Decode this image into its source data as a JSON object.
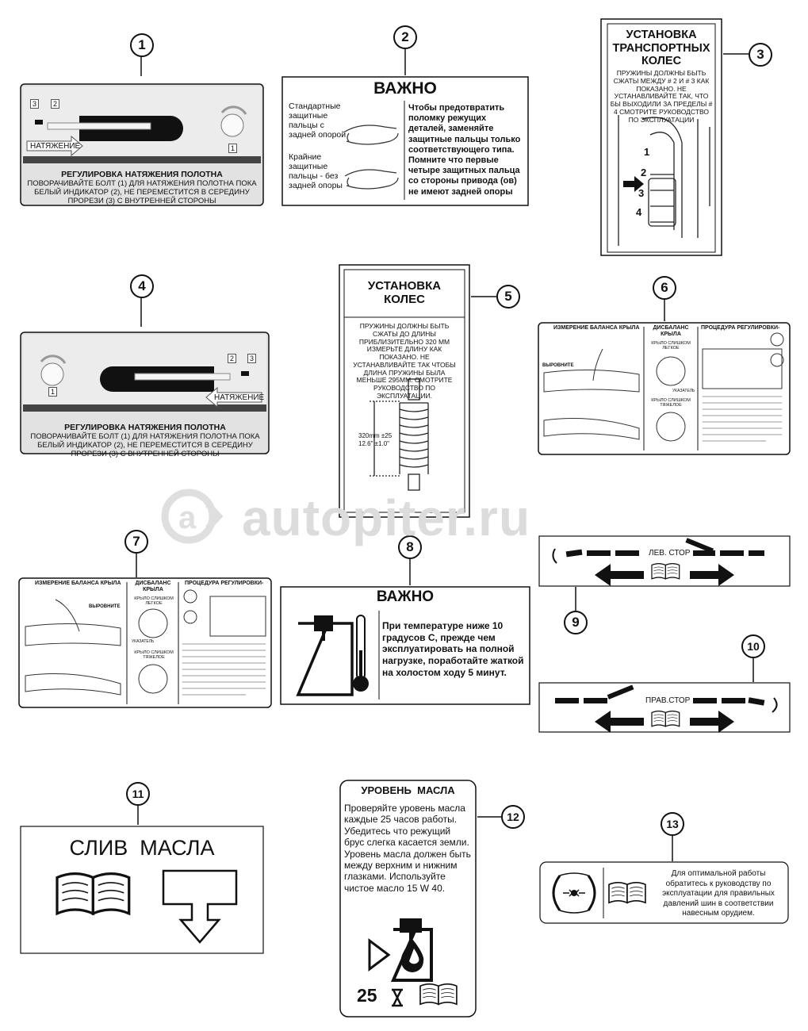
{
  "colors": {
    "stroke": "#111111",
    "label_bg": "#dedede",
    "band": "#444444",
    "watermark": "#dcdcdc"
  },
  "watermark": "autopiter.ru",
  "callouts": [
    "1",
    "2",
    "3",
    "4",
    "5",
    "6",
    "7",
    "8",
    "9",
    "10",
    "11",
    "12",
    "13"
  ],
  "labels": {
    "l1": {
      "title": "РЕГУЛИРОВКА НАТЯЖЕНИЯ ПОЛОТНА",
      "text": "ПОВОРАЧИВАЙТЕ БОЛТ (1) ДЛЯ НАТЯЖЕНИЯ ПОЛОТНА ПОКА БЕЛЫЙ ИНДИКАТОР (2), НЕ ПЕРЕМЕСТИТСЯ В СЕРЕДИНУ ПРОРЕЗИ (3) С ВНУТРЕННЕЙ СТОРОНЫ",
      "arrow": "НАТЯЖЕНИЕ",
      "n1": "1",
      "n2": "2",
      "n3": "3"
    },
    "l2": {
      "title": "ВАЖНО",
      "left1": "Стандартные защитные пальцы с задней опорой",
      "left2": "Крайние защитные пальцы - без задней опоры",
      "right": "Чтобы предотвратить поломку режущих деталей, заменяйте защитные пальцы только соответствующего типа. Помните что первые четыре защитных пальца со стороны привода (ов) не имеют задней опоры"
    },
    "l3": {
      "title": "УСТАНОВКА ТРАНСПОРТНЫХ КОЛЕС",
      "text": "ПРУЖИНЫ ДОЛЖНЫ БЫТЬ СЖАТЫ МЕЖДУ # 2 И # 3 КАК ПОКАЗАНО. НЕ УСТАНАВЛИВАЙТЕ ТАК, ЧТО БЫ ВЫХОДИЛИ ЗА ПРЕДЕЛЫ # 4 СМОТРИТЕ РУКОВОДСТВО ПО ЭКСПЛУАТАЦИИ",
      "m1": "1",
      "m2": "2",
      "m3": "3",
      "m4": "4"
    },
    "l4": {
      "title": "РЕГУЛИРОВКА НАТЯЖЕНИЯ ПОЛОТНА",
      "text": "ПОВОРАЧИВАЙТЕ БОЛТ (1) ДЛЯ НАТЯЖЕНИЯ ПОЛОТНА ПОКА БЕЛЫЙ ИНДИКАТОР (2), НЕ ПЕРЕМЕСТИТСЯ В СЕРЕДИНУ ПРОРЕЗИ (3) С ВНУТРЕННЕЙ СТОРОНЫ",
      "arrow": "НАТЯЖЕНИЕ",
      "n1": "1",
      "n2": "2",
      "n3": "3"
    },
    "l5": {
      "title": "УСТАНОВКА КОЛЕС",
      "text": "ПРУЖИНЫ ДОЛЖНЫ БЫТЬ СЖАТЫ ДО ДЛИНЫ ПРИБЛИЗИТЕЛЬНО 320 ММ ИЗМЕРЬТЕ ДЛИНУ КАК ПОКАЗАНО. НЕ УСТАНАВЛИВАЙТЕ ТАК ЧТОБЫ ДЛИНА ПРУЖИНЫ БЫЛА МЕНЬШЕ 295ММ. СМОТРИТЕ РУКОВОДСТВО ПО ЭКСПЛУАТАЦИИ.",
      "dim1": "320mm ±25",
      "dim2": "12.6\" ±1.0\""
    },
    "l6": {
      "h1": "ИЗМЕРЕНИЕ БАЛАНСА КРЫЛА",
      "h2": "ДИСБАЛАНС КРЫЛА",
      "h3": "ПРОЦЕДУРА РЕГУЛИРОВКИ-",
      "align": "ВЫРОВНИТЕ",
      "light": "КРЫЛО СЛИШКОМ ЛЕГКОЕ",
      "heavy": "КРЫЛО СЛИШКОМ ТЯЖЕЛОЕ",
      "pointer": "УКАЗАТЕЛЬ"
    },
    "l7": {
      "h1": "ИЗМЕРЕНИЕ БАЛАНСА КРЫЛА",
      "h2": "ДИСБАЛАНС КРЫЛА",
      "h3": "ПРОЦЕДУРА РЕГУЛИРОВКИ-",
      "align": "ВЫРОВНИТЕ",
      "light": "КРЫЛО СЛИШКОМ ЛЕГКОЕ",
      "heavy": "КРЫЛО СЛИШКОМ ТЯЖЕЛОЕ",
      "pointer": "УКАЗАТЕЛЬ"
    },
    "l8": {
      "title": "ВАЖНО",
      "text": "При температуре ниже 10 градусов С, прежде чем эксплуатировать на полной нагрузке, поработайте жаткой на холостом ходу 5 минут."
    },
    "l9": {
      "text": "ЛЕВ. СТОР"
    },
    "l10": {
      "text": "ПРАВ.СТОР"
    },
    "l11": {
      "title": "СЛИВ  МАСЛА"
    },
    "l12": {
      "title": "УРОВЕНЬ  МАСЛА",
      "text": "Проверяйте уровень масла каждые 25 часов работы. Убедитесь что режущий брус слегка касается земли. Уровень масла должен быть между верхним и нижним глазками. Используйте чистое масло 15 W 40.",
      "hours": "25"
    },
    "l13": {
      "text": "Для оптимальной работы обратитесь к руководству по эксплуатации для правильных давлений шин в соответствии навесным орудием."
    }
  }
}
